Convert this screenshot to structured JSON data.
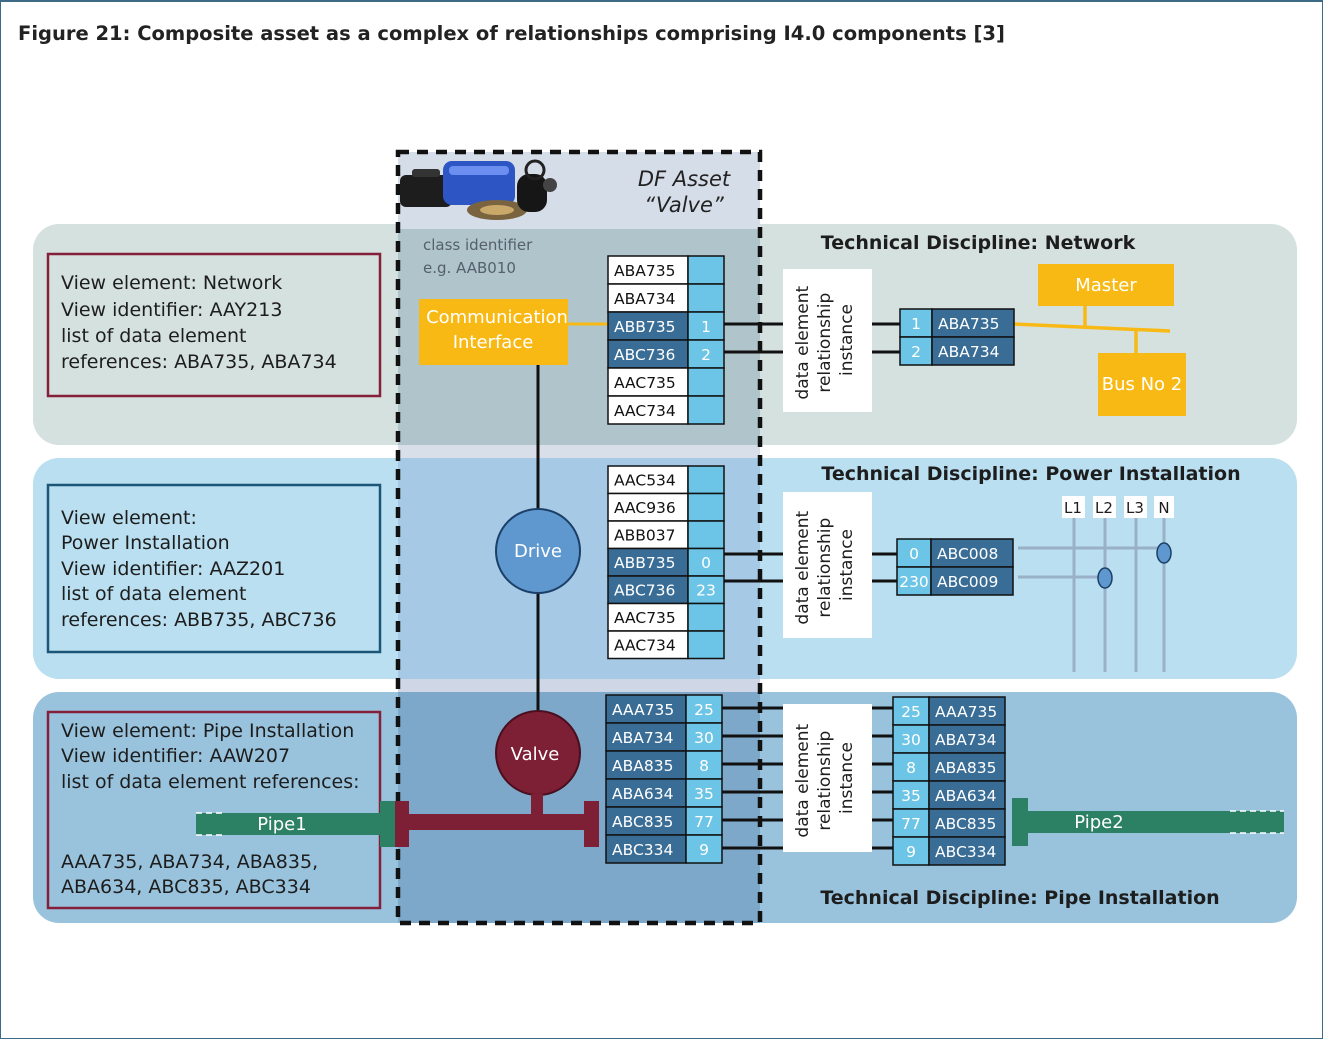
{
  "title": "Figure 21: Composite asset as a complex of relationships comprising I4.0 components [3]",
  "asset": {
    "name_line1": "DF Asset",
    "name_line2": "“Valve”",
    "class_id_line1": "class identifier",
    "class_id_line2": "e.g. AAB010"
  },
  "views": {
    "network": {
      "discipline": "Technical Discipline: Network",
      "lines": [
        "View element: Network",
        "View identifier: AAY213",
        "list of data element",
        "references: ABA735, ABA734"
      ]
    },
    "power": {
      "discipline": "Technical Discipline: Power Installation",
      "lines": [
        "View element:",
        "Power Installation",
        "View identifier: AAZ201",
        "list of data element",
        "references: ABB735, ABC736"
      ]
    },
    "pipe": {
      "discipline": "Technical Discipline: Pipe Installation",
      "lines": [
        "View element: Pipe Installation",
        "View identifier: AAW207",
        "list of data element references:"
      ],
      "refs_lines": [
        "AAA735, ABA734, ABA835,",
        "ABA634, ABC835, ABC334"
      ]
    }
  },
  "components": {
    "comm_interface_line1": "Communication",
    "comm_interface_line2": "Interface",
    "drive": "Drive",
    "valve": "Valve",
    "master": "Master",
    "bus": "Bus No 2",
    "pipe1": "Pipe1",
    "pipe2": "Pipe2",
    "phases": [
      "L1",
      "L2",
      "L3",
      "N"
    ]
  },
  "relationship_label": [
    "data element",
    "relationship",
    "instance"
  ],
  "tables": {
    "network": [
      {
        "id": "ABA735",
        "val": "",
        "dark": false
      },
      {
        "id": "ABA734",
        "val": "",
        "dark": false
      },
      {
        "id": "ABB735",
        "val": "1",
        "dark": true
      },
      {
        "id": "ABC736",
        "val": "2",
        "dark": true
      },
      {
        "id": "AAC735",
        "val": "",
        "dark": false
      },
      {
        "id": "AAC734",
        "val": "",
        "dark": false
      }
    ],
    "power": [
      {
        "id": "AAC534",
        "val": "",
        "dark": false
      },
      {
        "id": "AAC936",
        "val": "",
        "dark": false
      },
      {
        "id": "ABB037",
        "val": "",
        "dark": false
      },
      {
        "id": "ABB735",
        "val": "0",
        "dark": true
      },
      {
        "id": "ABC736",
        "val": "23",
        "dark": true
      },
      {
        "id": "AAC735",
        "val": "",
        "dark": false
      },
      {
        "id": "AAC734",
        "val": "",
        "dark": false
      }
    ],
    "pipe": [
      {
        "id": "AAA735",
        "val": "25",
        "dark": true
      },
      {
        "id": "ABA734",
        "val": "30",
        "dark": true
      },
      {
        "id": "ABA835",
        "val": "8",
        "dark": true
      },
      {
        "id": "ABA634",
        "val": "35",
        "dark": true
      },
      {
        "id": "ABC835",
        "val": "77",
        "dark": true
      },
      {
        "id": "ABC334",
        "val": "9",
        "dark": true
      }
    ]
  },
  "targets": {
    "network": [
      {
        "val": "1",
        "id": "ABA735"
      },
      {
        "val": "2",
        "id": "ABA734"
      }
    ],
    "power": [
      {
        "val": "0",
        "id": "ABC008"
      },
      {
        "val": "230",
        "id": "ABC009"
      }
    ],
    "pipe": [
      {
        "val": "25",
        "id": "AAA735"
      },
      {
        "val": "30",
        "id": "ABA734"
      },
      {
        "val": "8",
        "id": "ABA835"
      },
      {
        "val": "35",
        "id": "ABA634"
      },
      {
        "val": "77",
        "id": "ABC835"
      },
      {
        "val": "9",
        "id": "ABC334"
      }
    ]
  },
  "colors": {
    "network_band": "#d5e1de",
    "power_band": "#b9dff0",
    "pipe_band": "#99c3dd",
    "dark_cell": "#3a6d96",
    "light_cell": "#6cc4e6",
    "orange": "#f9b915",
    "drive": "#5e98cf",
    "valve": "#7d1f35",
    "pipe_green": "#2c8063",
    "bus_line": "#f9b915",
    "phase_line": "#9ab0c8"
  }
}
